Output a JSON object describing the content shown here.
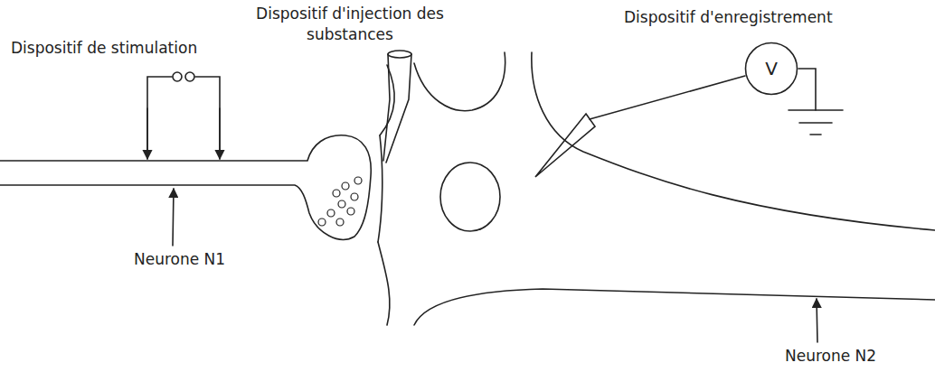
{
  "diagram": {
    "nodes": [
      {
        "text": [
          "V"
        ]
      }
    ],
    "labels": [
      "Dispositif de stimulation",
      "Dispositif d'injection des substances",
      "Dispositif d'enregistrement",
      "Neurone N1",
      "Neurone N2"
    ]
  }
}
